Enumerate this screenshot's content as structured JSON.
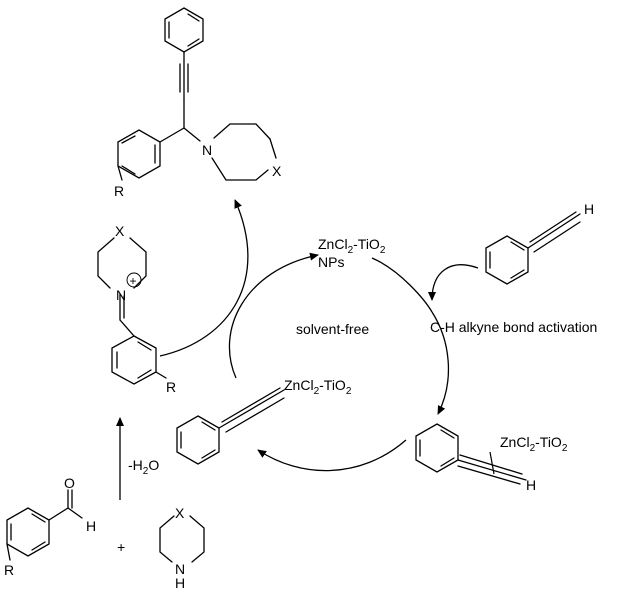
{
  "catalyst": {
    "line1": "ZnCl2-TiO2",
    "line2": "NPs"
  },
  "conditions": {
    "solvent": "solvent-free",
    "activation": "C-H alkyne bond activation",
    "dehydration": "-H2O"
  },
  "reagents": {
    "plus": "+"
  },
  "atoms": {
    "H_alkyne": "H",
    "H_intermediate": "H",
    "H_aldehyde": "H",
    "O_aldehyde": "O",
    "N_product": "N",
    "X_product": "X",
    "R_product": "R",
    "X_iminium": "X",
    "N_iminium": "N",
    "plus_charge": "+",
    "R_iminium": "R",
    "R_aldehyde": "R",
    "X_amine": "X",
    "N_amine": "N",
    "H_amine": "H"
  },
  "labels": {
    "zn_complex": "ZnCl2-TiO2",
    "zn_acetylide": "ZnCl2-TiO2"
  }
}
